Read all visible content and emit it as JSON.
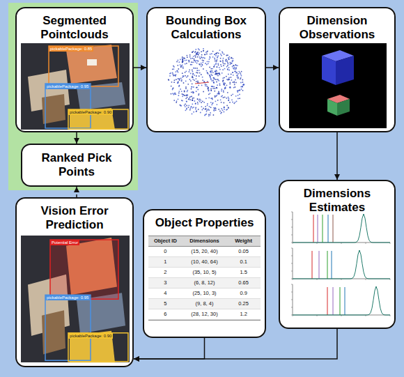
{
  "diagram": {
    "nodes": [
      {
        "text": [
          "Segmented Pointclouds"
        ]
      },
      {
        "text": [
          "Ranked Pick Points"
        ]
      },
      {
        "text": [
          "Bounding Box Calculations"
        ]
      },
      {
        "text": [
          "Dimension Observations"
        ]
      },
      {
        "text": [
          "Dimensions Estimates"
        ]
      },
      {
        "text": [
          "Object Properties"
        ]
      },
      {
        "text": [
          "Vision Error Prediction"
        ]
      }
    ],
    "edges": [
      {
        "from": 0,
        "to": 2,
        "arrow": "to"
      },
      {
        "from": 2,
        "to": 3,
        "arrow": "to"
      },
      {
        "from": 3,
        "to": 4,
        "arrow": "to"
      },
      {
        "from": 4,
        "to": 6,
        "arrow": "to"
      },
      {
        "from": 5,
        "to": 6,
        "arrow": "to"
      },
      {
        "from": 0,
        "to": 1,
        "arrow": "to"
      },
      {
        "from": 6,
        "to": 1,
        "arrow": "to"
      }
    ],
    "labels": [
      "pickablePackage: 0.85",
      "pickablePackage: 0.95",
      "pickablePackage: 0.90",
      "Object ID",
      "Dimensions",
      "Weight",
      "0",
      "(15, 20, 40)",
      "0.05",
      "1",
      "(10, 40, 64)",
      "0.1",
      "2",
      "(35, 10, 5)",
      "1.5",
      "3",
      "(6, 8, 12)",
      "0.65",
      "4",
      "(25, 10, 3)",
      "0.9",
      "5",
      "(9, 8, 4)",
      "0.25",
      "6",
      "(28, 12, 30)",
      "1.2",
      "Potential Error",
      "pickablePackage: 0.95",
      "pickablePackage: 0.90"
    ]
  }
}
